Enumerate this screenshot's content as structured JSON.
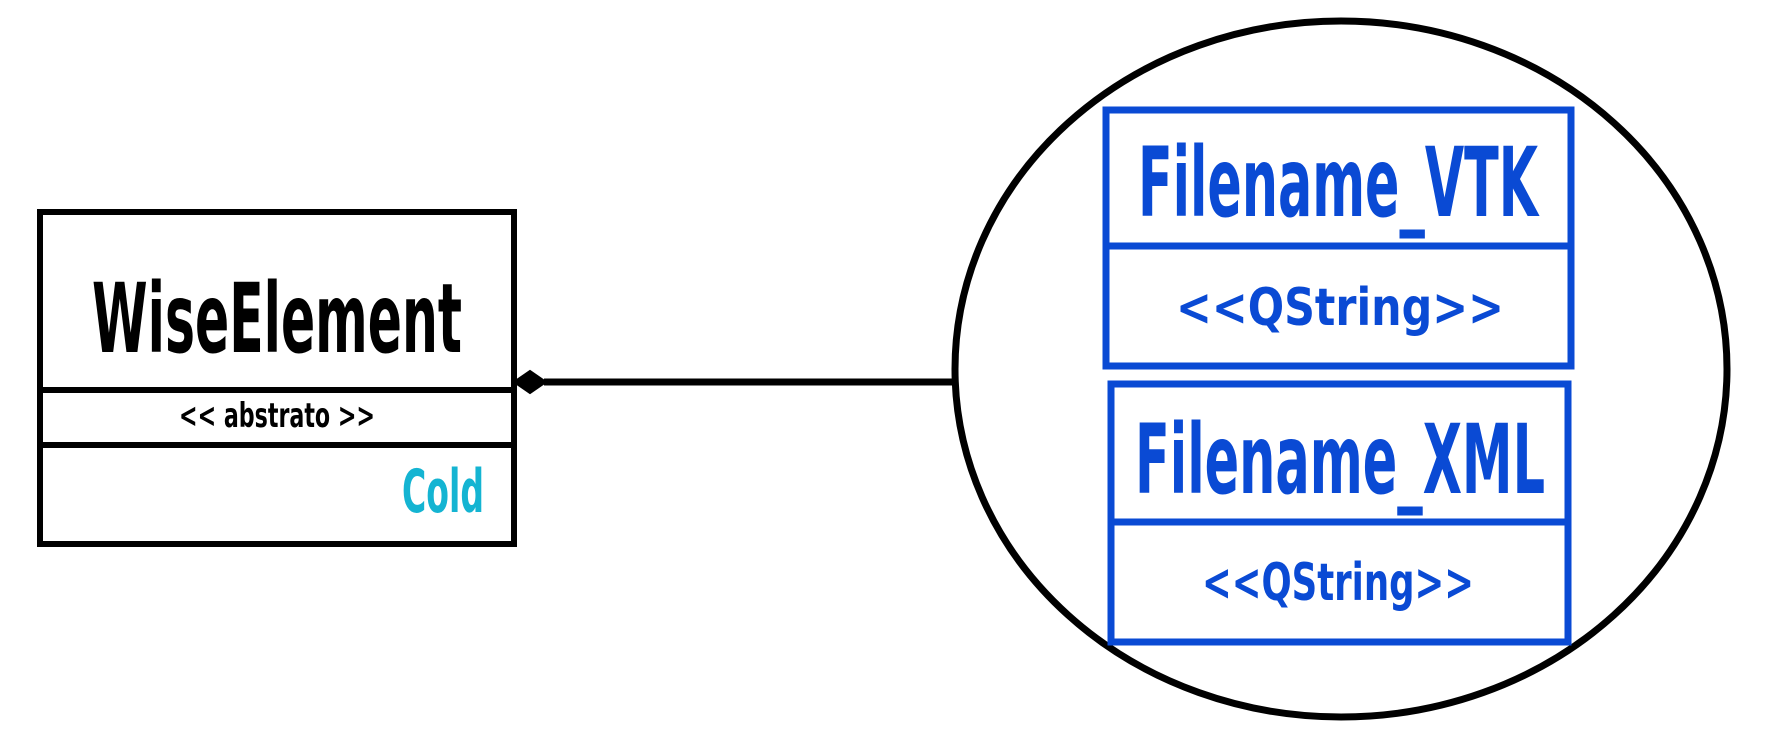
{
  "class_box": {
    "name": "WiseElement",
    "stereotype": "<< abstrato >>",
    "attribute": "Cold"
  },
  "group": {
    "members": [
      {
        "name": "Filename_VTK",
        "type": "<<QString>>"
      },
      {
        "name": "Filename_XML",
        "type": "<<QString>>"
      }
    ]
  },
  "colors": {
    "outline": "#000000",
    "member": "#0a4ad4",
    "attribute": "#14b4d2",
    "background": "#ffffff"
  }
}
